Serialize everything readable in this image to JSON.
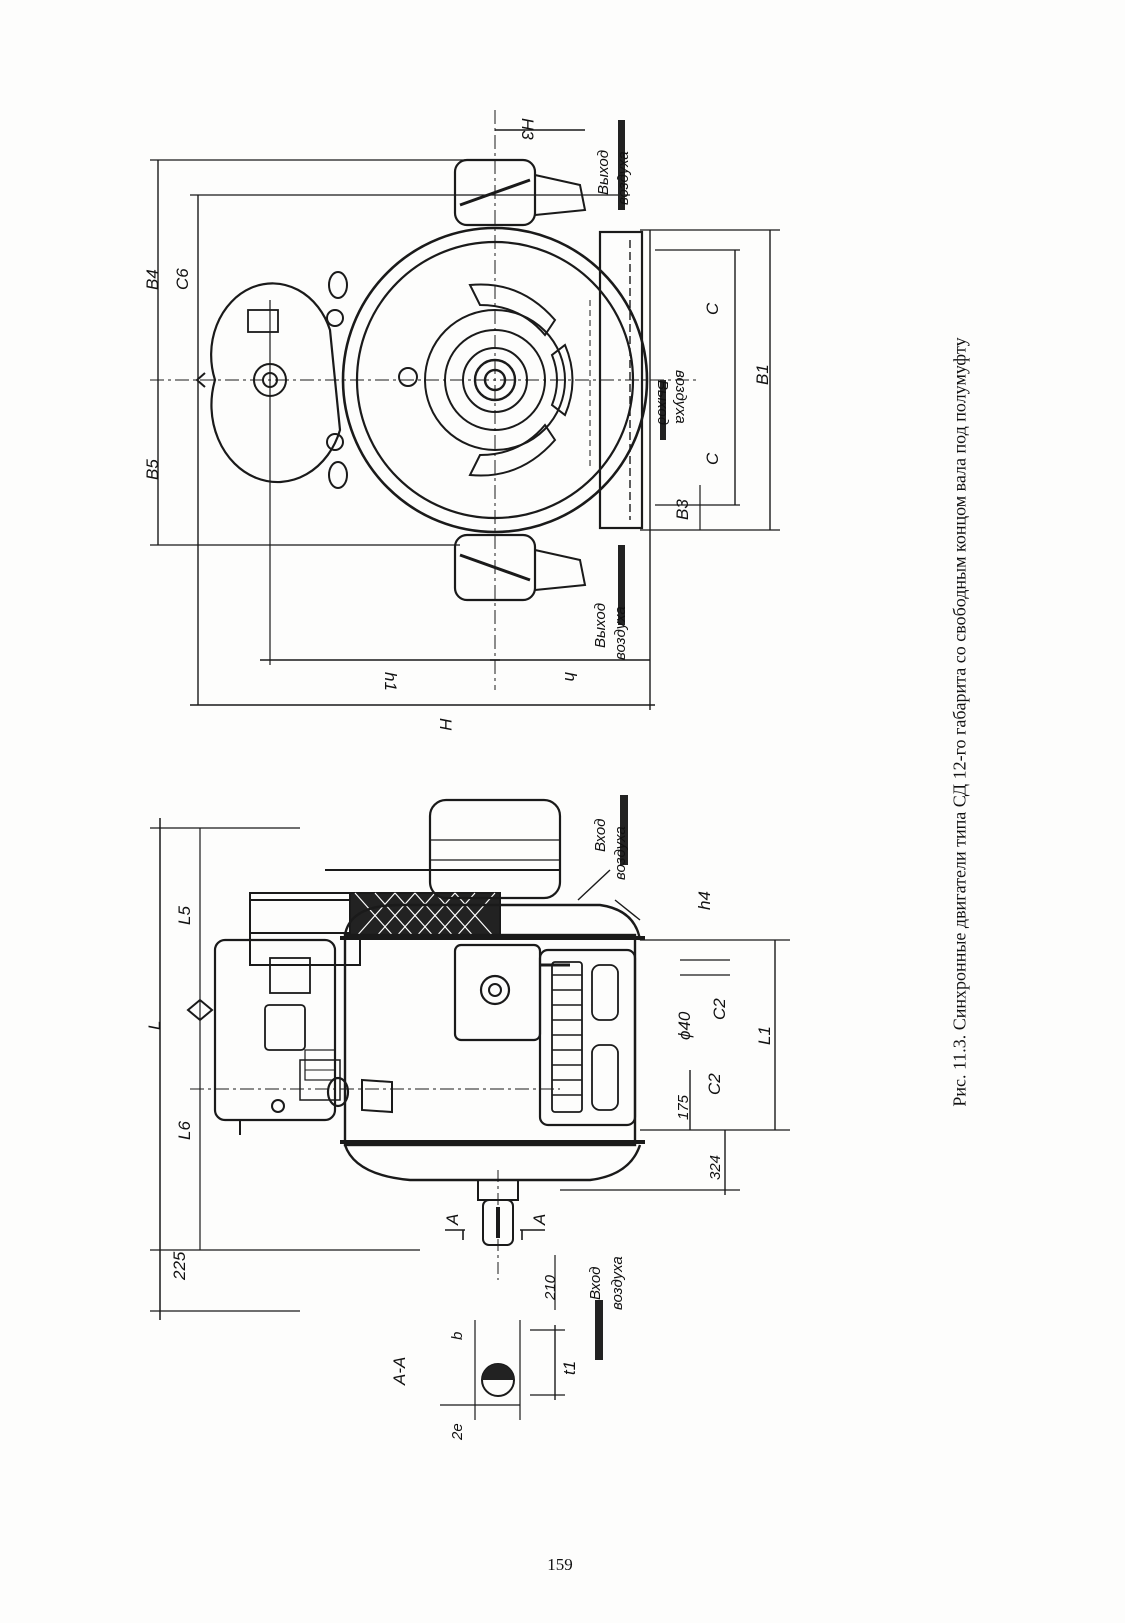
{
  "caption": "Рис. 11.3. Синхронные двигатели типа СД 12-го габарита со свободным концом вала под полумуфту",
  "page_number": "159",
  "side_view": {
    "dimensions": {
      "L": "L",
      "L5": "L5",
      "L6": "L6",
      "L1": "L1",
      "h4": "h4",
      "d40": "ϕ40",
      "C2_a": "C2",
      "C2_b": "C2",
      "v175": "175",
      "v324": "324",
      "v225": "225",
      "v210": "210"
    },
    "section_marks": {
      "a_left": "A",
      "a_right": "A"
    },
    "air": {
      "inlet_top": {
        "l1": "Вход",
        "l2": "воздуха"
      },
      "inlet_bottom": {
        "l1": "Вход",
        "l2": "воздуха"
      }
    }
  },
  "end_view": {
    "dimensions": {
      "B4": "B4",
      "C6": "C6",
      "B5": "B5",
      "B1": "B1",
      "C_a": "C",
      "C_b": "C",
      "B3": "B3",
      "h1": "h1",
      "h": "h",
      "H": "H",
      "H3": "H3"
    },
    "air": {
      "outlet_right": {
        "l1": "Выход",
        "l2": "воздуха"
      },
      "outlet_center": {
        "l1": "Выход",
        "l2": "воздуха"
      },
      "outlet_left": {
        "l1": "Выход",
        "l2": "воздуха"
      }
    }
  },
  "section_AA": {
    "title": "A-A",
    "t1": "t1",
    "b": "b",
    "z": "2e"
  }
}
